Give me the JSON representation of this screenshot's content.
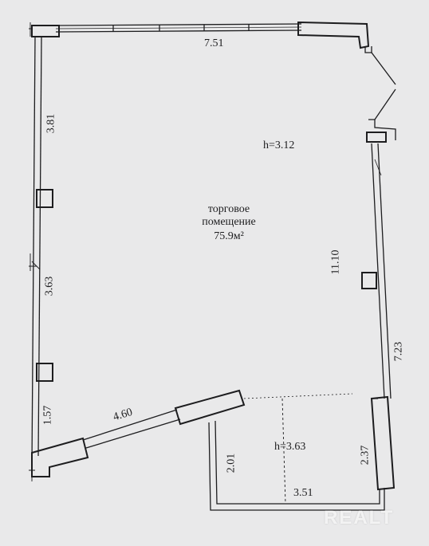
{
  "room": {
    "name_line1": "торговое",
    "name_line2": "помещение",
    "area": "75.9м²",
    "height_main": "h=3.12",
    "height_annex": "h=3.63"
  },
  "dimensions": {
    "top": "7.51",
    "left_upper": "3.81",
    "left_middle": "3.63",
    "left_lower": "1.57",
    "diagonal": "4.60",
    "right_main": "11.10",
    "right_outer": "7.23",
    "annex_left": "2.01",
    "annex_right": "2.37",
    "annex_bottom": "3.51"
  },
  "watermark": "REALT",
  "colors": {
    "paper": "#e9e9ea",
    "ink": "#1d1d1f"
  }
}
